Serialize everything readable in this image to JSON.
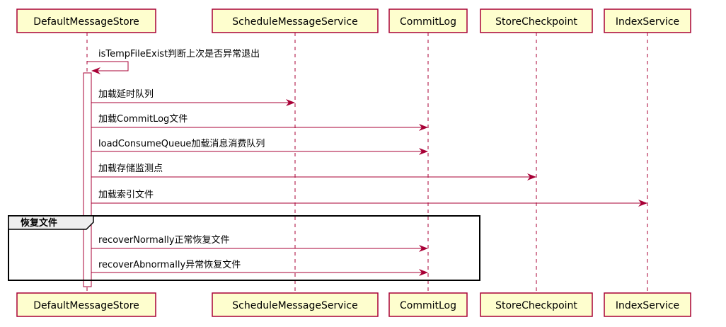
{
  "participants": [
    "DefaultMessageStore",
    "ScheduleMessageService",
    "CommitLog",
    "StoreCheckpoint",
    "IndexService"
  ],
  "self_message": {
    "label": "isTempFileExist判断上次是否异常退出"
  },
  "messages": [
    {
      "label": "加载延时队列",
      "to": "ScheduleMessageService"
    },
    {
      "label": "加载CommitLog文件",
      "to": "CommitLog"
    },
    {
      "label": "loadConsumeQueue加载消息消费队列",
      "to": "CommitLog"
    },
    {
      "label": "加载存储监测点",
      "to": "StoreCheckpoint"
    },
    {
      "label": "加载索引文件",
      "to": "IndexService"
    }
  ],
  "fragment": {
    "title": "恢复文件",
    "messages": [
      {
        "label": "recoverNormally正常恢复文件",
        "to": "CommitLog"
      },
      {
        "label": "recoverAbnormally异常恢复文件",
        "to": "CommitLog"
      }
    ]
  }
}
